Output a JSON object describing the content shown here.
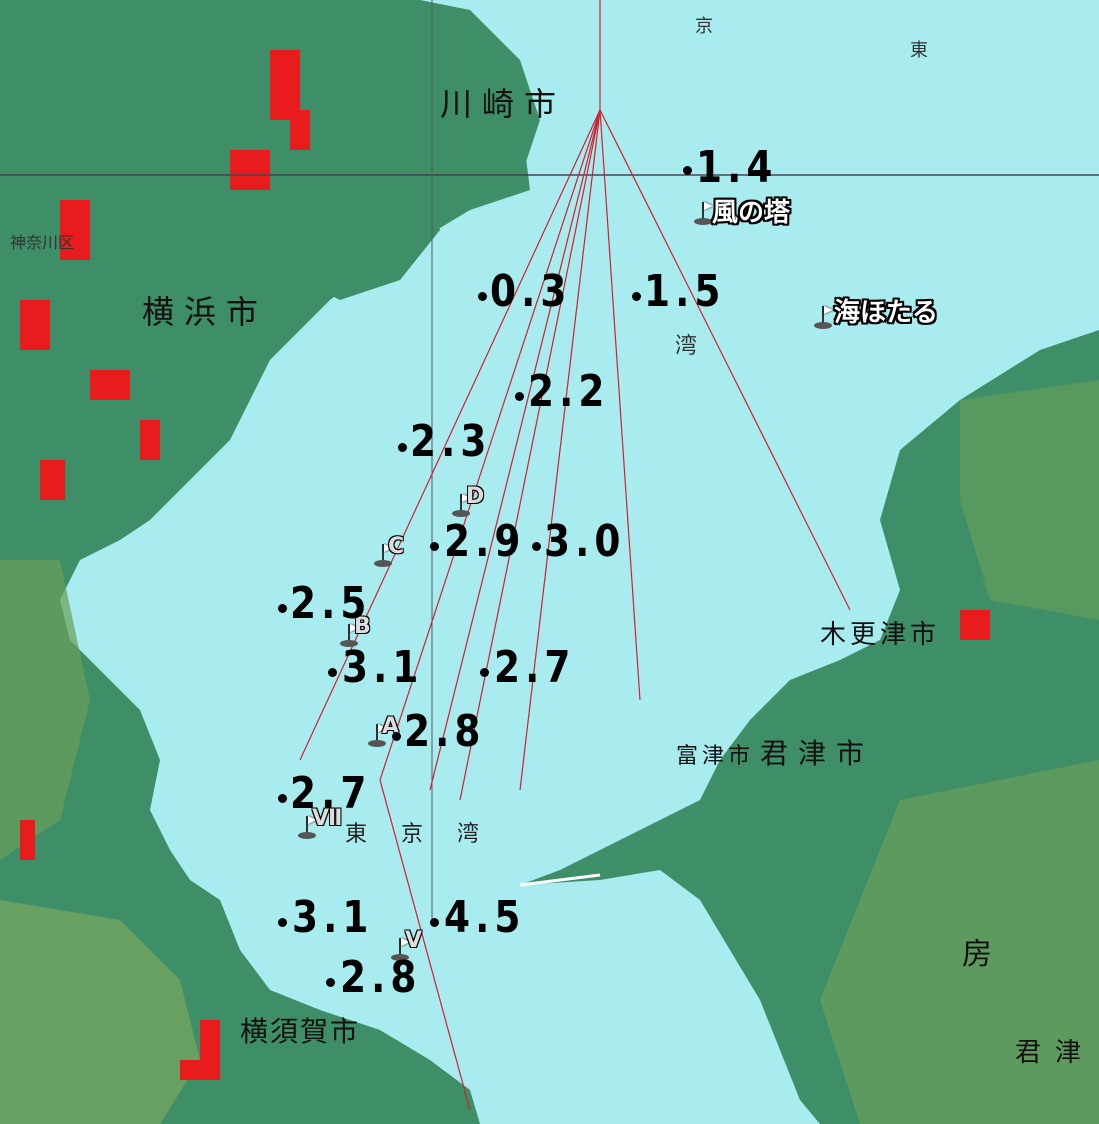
{
  "map": {
    "water_color": "#a8ecf0",
    "land_color": "#3e8e67",
    "urban_color": "#e81c1c",
    "measurements": [
      {
        "id": "m1",
        "value": "1.4"
      },
      {
        "id": "m2",
        "value": "0.3"
      },
      {
        "id": "m3",
        "value": "1.5"
      },
      {
        "id": "m4",
        "value": "2.2"
      },
      {
        "id": "m5",
        "value": "2.3"
      },
      {
        "id": "m6",
        "value": "2.9"
      },
      {
        "id": "m7",
        "value": "3.0"
      },
      {
        "id": "m8",
        "value": "2.5"
      },
      {
        "id": "m9",
        "value": "3.1"
      },
      {
        "id": "m10",
        "value": "2.7"
      },
      {
        "id": "m11",
        "value": "2.8"
      },
      {
        "id": "m12",
        "value": "2.7"
      },
      {
        "id": "m13",
        "value": "3.1"
      },
      {
        "id": "m14",
        "value": "4.5"
      },
      {
        "id": "m15",
        "value": "2.8"
      }
    ],
    "stations": [
      "D",
      "C",
      "B",
      "A",
      "Ⅶ",
      "Ⅴ"
    ],
    "landmarks": {
      "kaze_no_to": "風の塔",
      "umihotaru": "海ほたる"
    },
    "places": {
      "kawasaki": "川崎市",
      "yokohama": "横浜市",
      "kisarazu": "木更津市",
      "futtsu": "富津市",
      "kimitsu": "君津市",
      "yokosuka": "横須賀市",
      "tokyo_bay": "東京湾",
      "bay_char": "湾",
      "tokyo_top": "京",
      "east_top": "東",
      "bo": "房",
      "kimi_right": "君津",
      "kanagawa_ku": "神奈川区"
    }
  }
}
